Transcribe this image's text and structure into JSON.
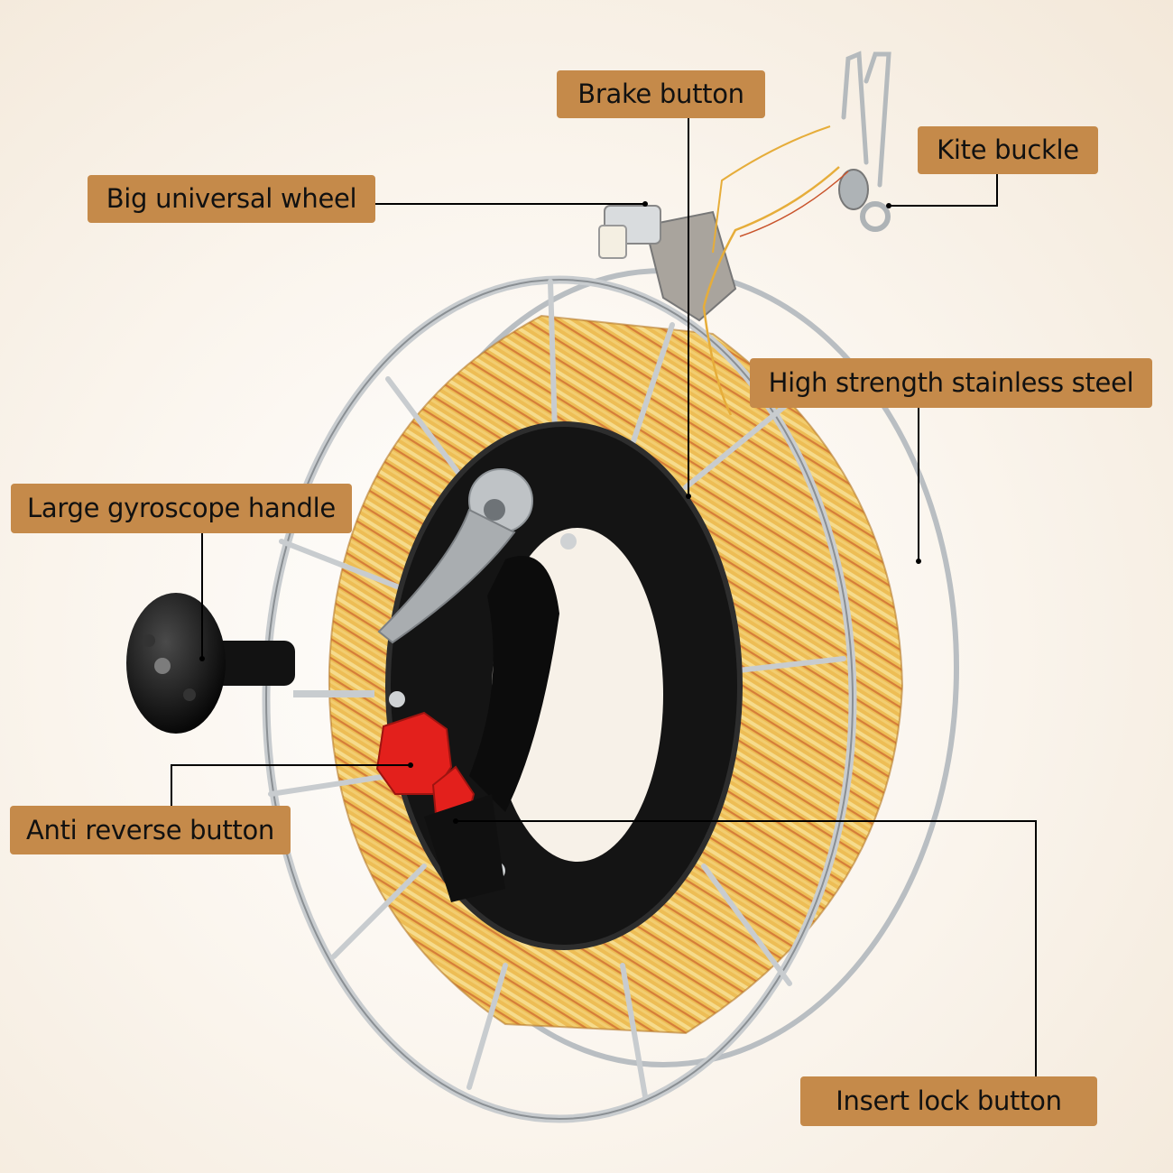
{
  "labels": {
    "brake_button": "Brake button",
    "kite_buckle": "Kite buckle",
    "big_universal_wheel": "Big universal wheel",
    "high_strength_stainless_steel": "High strength stainless steel",
    "large_gyroscope_handle": "Large gyroscope handle",
    "anti_reverse_button": "Anti reverse button",
    "insert_lock_button": "Insert lock button"
  },
  "colors": {
    "label_background": "#c58a4a",
    "label_text": "#111111",
    "line_color": "#000000",
    "line_yellow": "#e6ad3a",
    "line_red": "#c9532b",
    "handle_black": "#141414",
    "button_red": "#e3201c",
    "steel": "#c8cccf"
  },
  "icons": {
    "product": "kite-reel-icon",
    "hardware": "swivel-clip-icon"
  }
}
